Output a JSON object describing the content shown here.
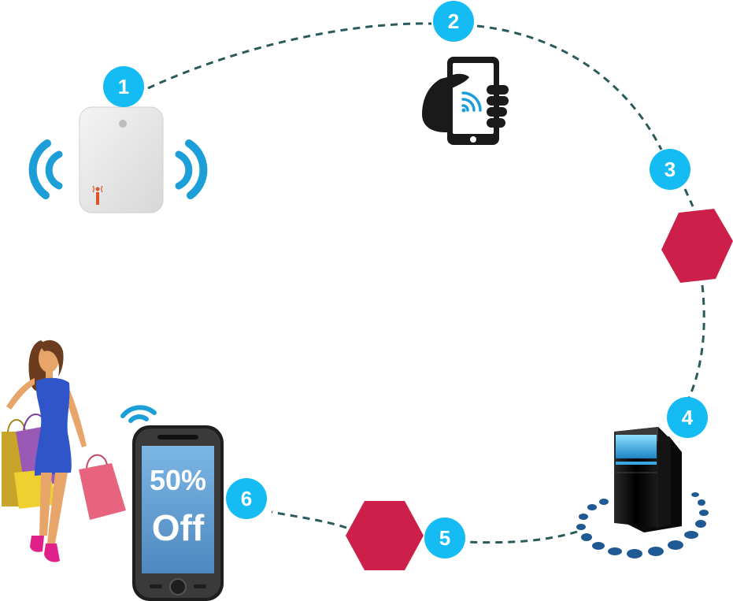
{
  "colors": {
    "badge": "#15bbf3",
    "path": "#2b5a5a",
    "hexagon": "#cc1f49",
    "wave": "#1c9ed8",
    "dark": "#1a1a1a",
    "screen": "#6fb0e0"
  },
  "steps": [
    {
      "number": "1",
      "icon": "beacon-device-icon"
    },
    {
      "number": "2",
      "icon": "hand-phone-nfc-icon"
    },
    {
      "number": "3",
      "icon": "hexagon-icon"
    },
    {
      "number": "4",
      "icon": "server-icon"
    },
    {
      "number": "5",
      "icon": "hexagon-icon"
    },
    {
      "number": "6",
      "icon": "smartphone-offer-icon"
    }
  ],
  "offer": {
    "line1": "50%",
    "line2": "Off"
  }
}
